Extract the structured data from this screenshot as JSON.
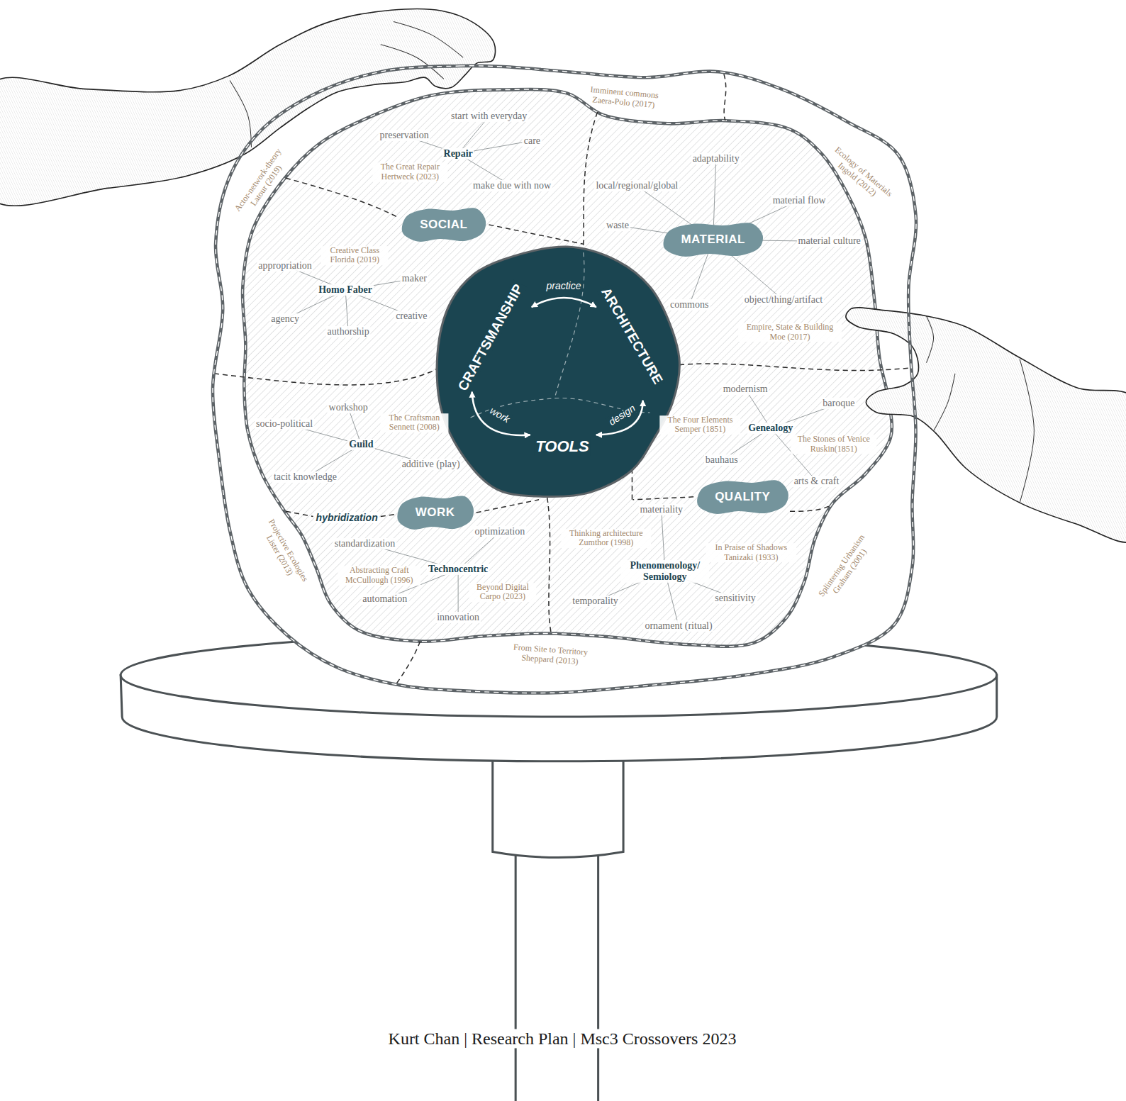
{
  "diagram": {
    "caption": "Kurt Chan | Research Plan | Msc3 Crossovers 2023",
    "nodes": [
      {
        "text": [
          "Imminent commons Zaera-Polo (2017)",
          "Ecology of Materials Ingold (2012)",
          "Splintering Urbanism Graham (2001)",
          "From Site to Territory Sheppard (2013)",
          "Projective Ecologies Lister (2013)",
          "Actor-network-theory Latour (2019)"
        ]
      },
      {
        "text": [
          "SOCIAL"
        ],
        "in": 0
      },
      {
        "text": [
          "MATERIAL"
        ],
        "in": 0
      },
      {
        "text": [
          "CRAFTSMANSHIP",
          "practice",
          "ARCHITECTURE",
          "work",
          "design",
          "TOOLS"
        ],
        "in": 0
      },
      {
        "text": [
          "QUALITY"
        ],
        "in": 0
      },
      {
        "text": [
          "WORK"
        ],
        "in": 0
      }
    ],
    "edges": [
      {
        "from": 1,
        "to": 3,
        "arrow": "none"
      },
      {
        "from": 4,
        "to": 3,
        "arrow": "none"
      },
      {
        "from": 5,
        "to": 3,
        "arrow": "none"
      }
    ],
    "labels": [
      "start with everyday",
      "preservation",
      "care",
      "Repair",
      "The Great Repair Hertweck (2023)",
      "make due with now",
      "adaptability",
      "local/regional/global",
      "material flow",
      "waste",
      "material culture",
      "Creative Class Florida (2019)",
      "appropriation",
      "maker",
      "Homo Faber",
      "object/thing/artifact",
      "commons",
      "creative",
      "agency",
      "Empire, State & Building Moe (2017)",
      "authorship",
      "modernism",
      "workshop",
      "baroque",
      "The Craftsman Sennett (2008)",
      "socio-political",
      "The Four Elements Semper (1851)",
      "Genealogy",
      "Guild",
      "The Stones of Venice Ruskin(1851)",
      "additive (play)",
      "bauhaus",
      "tacit knowledge",
      "arts & craft",
      "hybridization",
      "materiality",
      "optimization",
      "Thinking architecture Zumthor (1998)",
      "standardization",
      "In Praise of Shadows Tanizaki (1933)",
      "Technocentric",
      "Abstracting Craft McCullough (1996)",
      "Phenomenology/ Semiology",
      "Beyond Digital Carpo (2023)",
      "temporality",
      "sensitivity",
      "automation",
      "innovation",
      "ornament (ritual)"
    ]
  }
}
